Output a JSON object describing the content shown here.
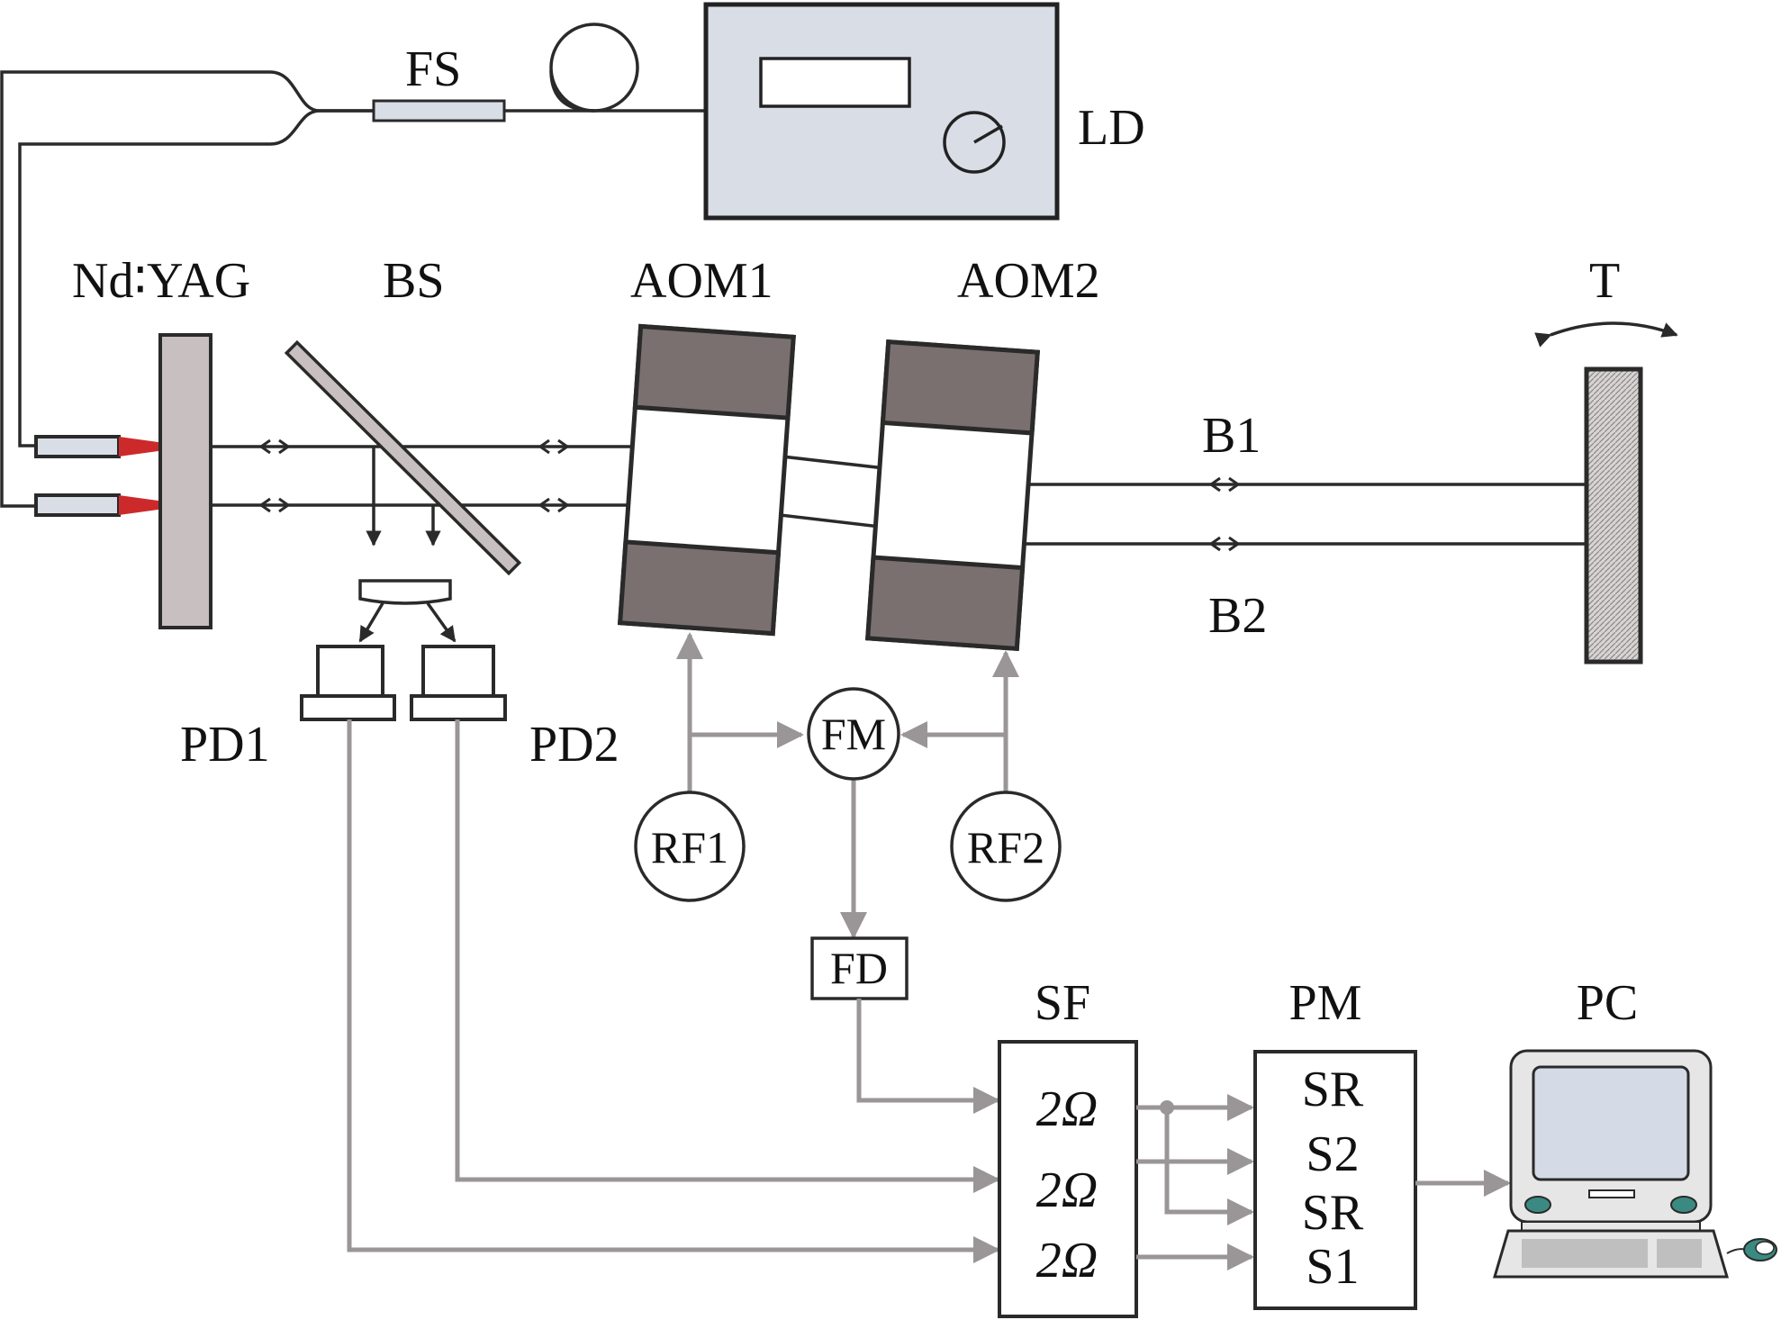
{
  "labels": {
    "fs": "FS",
    "ld": "LD",
    "ndyag": "Nd∶YAG",
    "bs": "BS",
    "aom1": "AOM1",
    "aom2": "AOM2",
    "t": "T",
    "b1": "B1",
    "b2": "B2",
    "pd1": "PD1",
    "pd2": "PD2",
    "fm": "FM",
    "rf1": "RF1",
    "rf2": "RF2",
    "fd": "FD",
    "sf": "SF",
    "pm": "PM",
    "pc": "PC"
  },
  "sf_channels": [
    "2Ω",
    "2Ω",
    "2Ω"
  ],
  "pm_channels": [
    "SR",
    "S2",
    "SR",
    "S1"
  ],
  "colors": {
    "ld_box": "#d8dde6",
    "aom_dark": "#7a7070",
    "laser_tip": "#cc2a2a",
    "ndyag_rod": "#c8c0c0",
    "target_hatch": "#b8b4b4",
    "signal_line": "#9a9596",
    "pc_body": "#e6e6e6",
    "pc_screen": "#d4dbe6",
    "pc_accent": "#3a8a82"
  }
}
